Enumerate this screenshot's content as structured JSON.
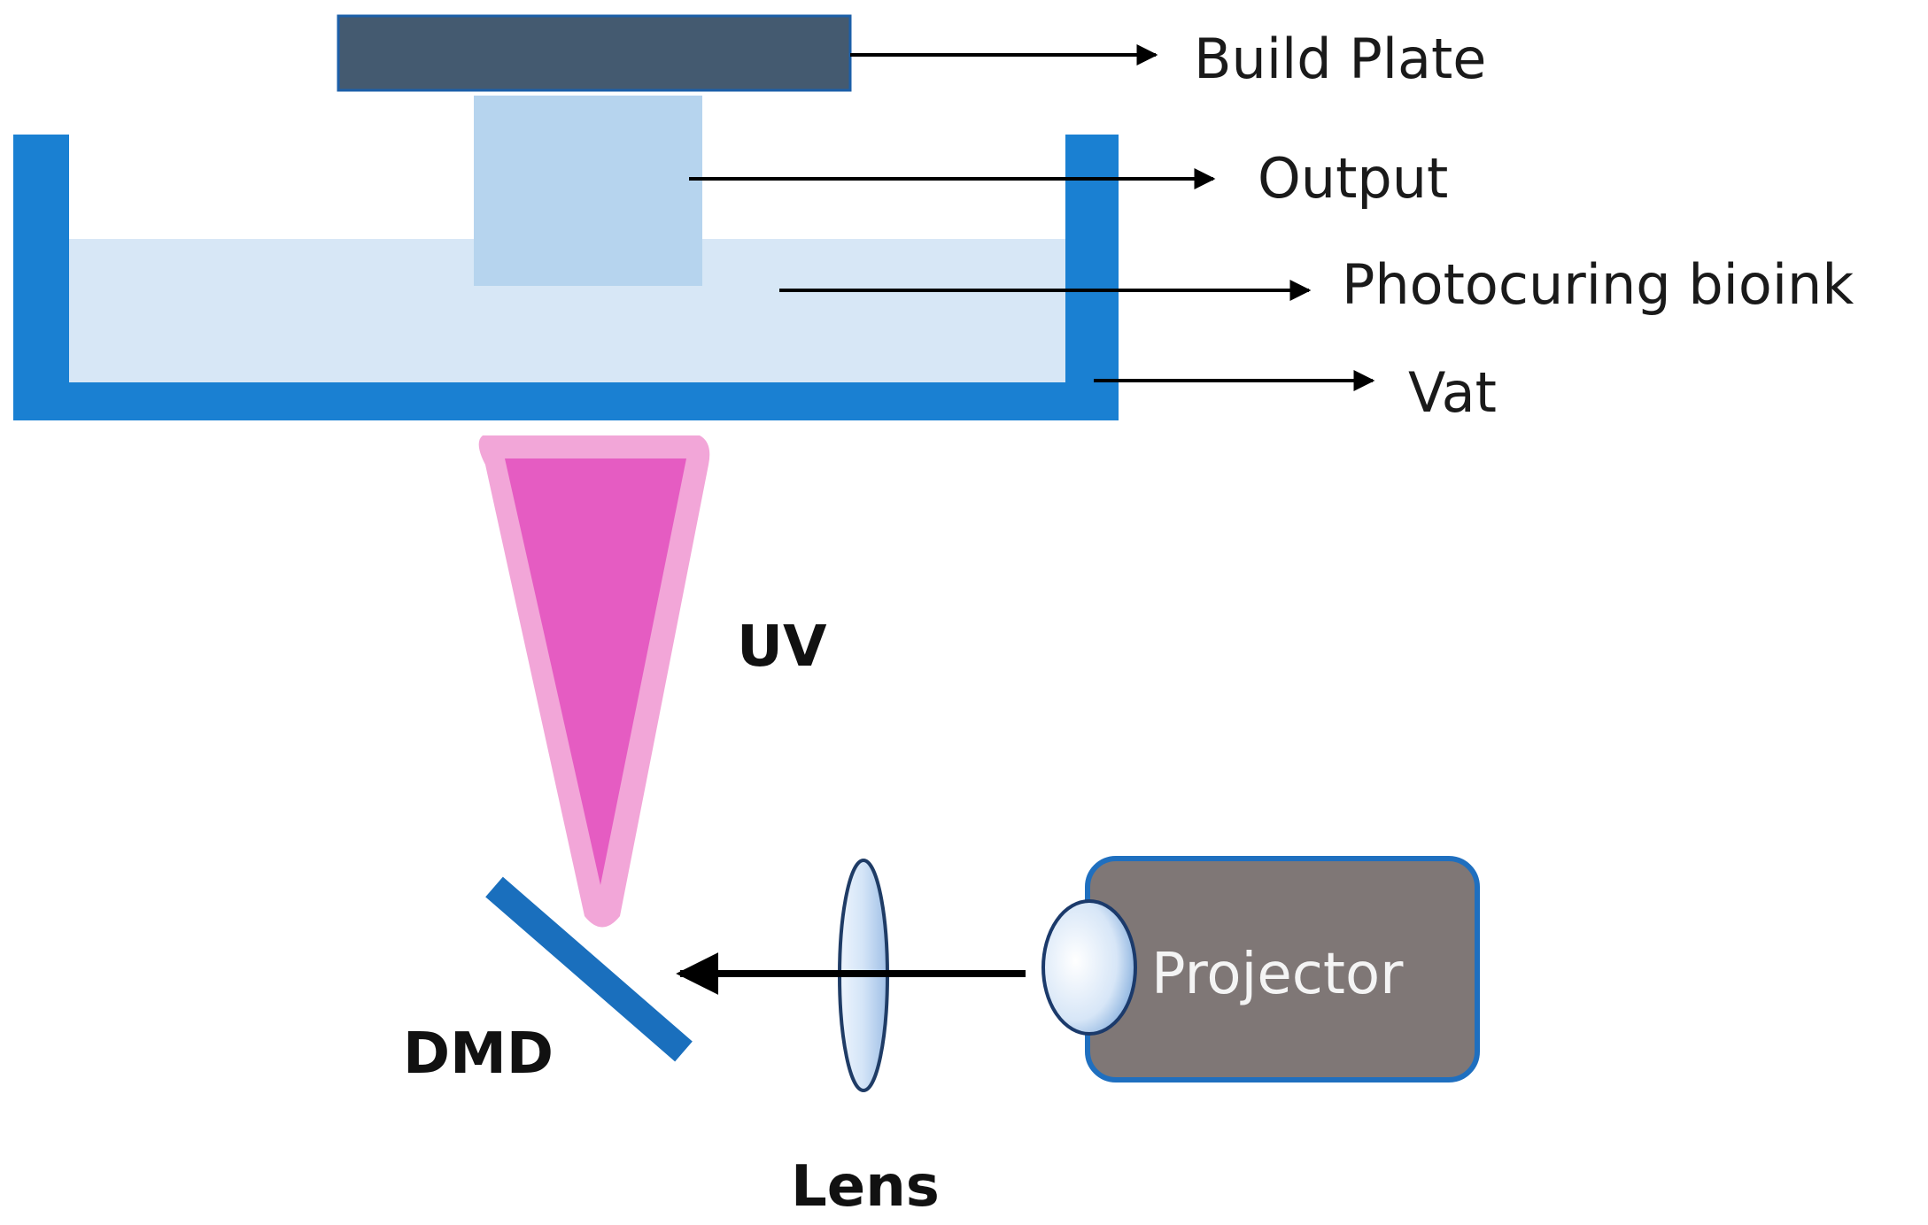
{
  "labels": {
    "build_plate": "Build Plate",
    "output": "Output",
    "bioink": "Photocuring bioink",
    "vat": "Vat",
    "uv": "UV",
    "dmd": "DMD",
    "lens": "Lens",
    "projector": "Projector"
  },
  "colors": {
    "build_plate": "#445a70",
    "output": "#b6d4ee",
    "bioink": "#d7e7f6",
    "vat": "#1a80d2",
    "uv_outer": "#f2a6d8",
    "uv_inner": "#e55cc2",
    "dmd": "#1a6fbd",
    "projector_body": "#7f7776",
    "projector_border": "#1f6fbf",
    "arrow": "#000000"
  }
}
